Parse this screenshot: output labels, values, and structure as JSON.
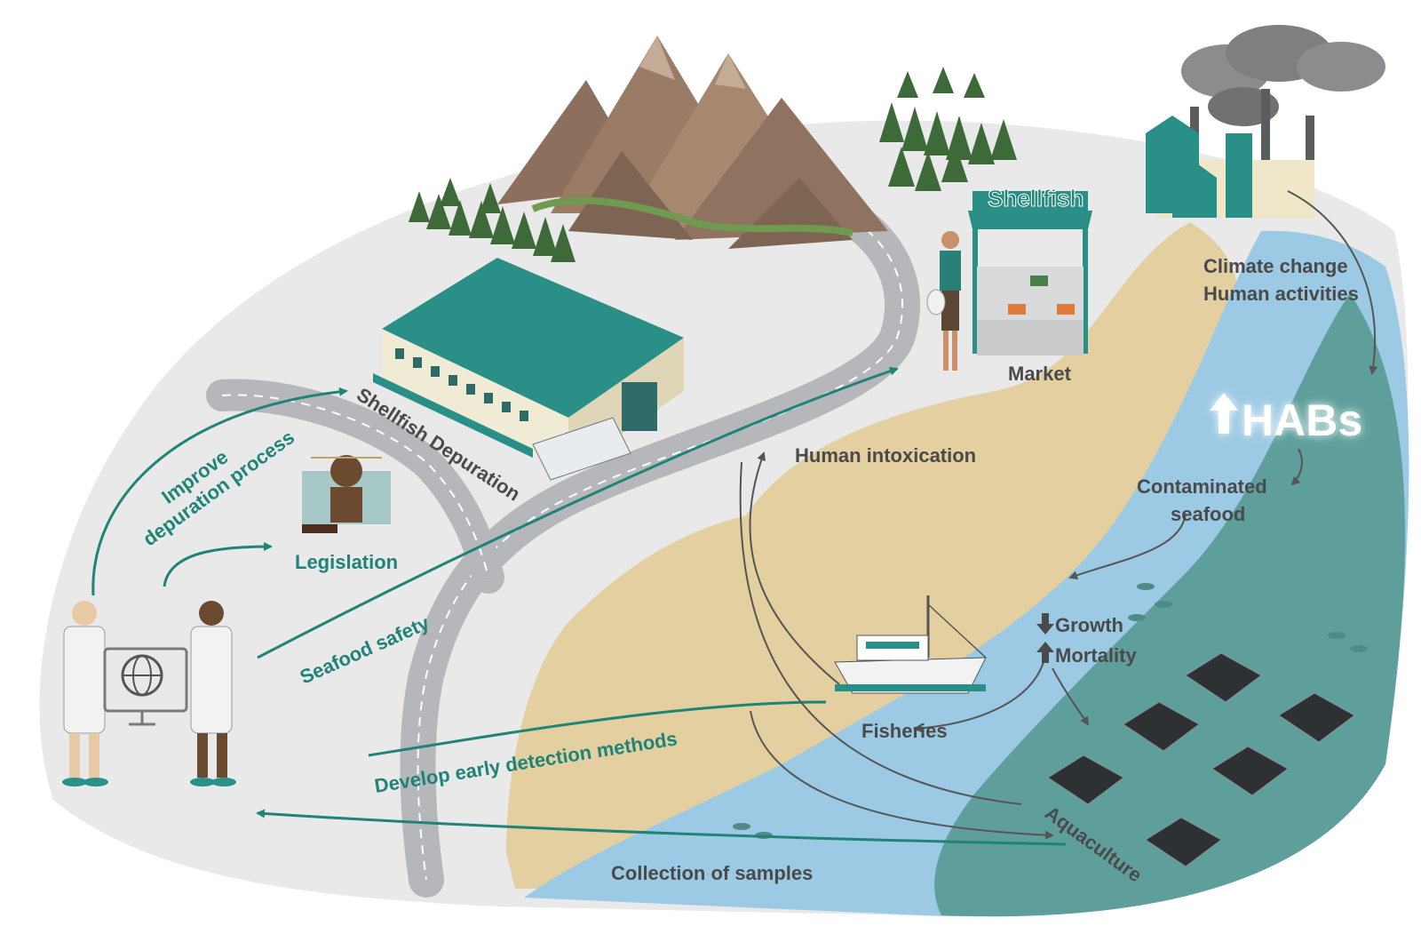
{
  "labels": {
    "shellfish_depuration": "Shellfish Depuration",
    "improve_line1": "Improve",
    "improve_line2": "depuration process",
    "legislation": "Legislation",
    "seafood_safety": "Seafood safety",
    "market_sign": "Shellfish",
    "market": "Market",
    "human_intoxication": "Human intoxication",
    "climate_line1": "Climate change",
    "climate_line2": "Human activities",
    "habs": "HABs",
    "contaminated_line1": "Contaminated",
    "contaminated_line2": "seafood",
    "growth": "Growth",
    "mortality": "Mortality",
    "fisheries": "Fisheries",
    "develop_detection": "Develop early detection methods",
    "aquaculture": "Aquaculture",
    "collection_samples": "Collection of samples"
  },
  "colors": {
    "teal": "#1f8378",
    "dark_text": "#4a4a4a",
    "land": "#e9e9ea",
    "sand": "#e3cf9f",
    "shallow_water": "#9cc9e3",
    "deep_water": "#5e9f9b",
    "road": "#b5b7ba",
    "mountain": "#9a7b66",
    "tree": "#3e6a3a"
  },
  "icons": {
    "up_arrow": "up-arrow-icon",
    "down_arrow": "down-arrow-icon",
    "globe": "globe-icon",
    "scale": "justice-scale-icon"
  }
}
